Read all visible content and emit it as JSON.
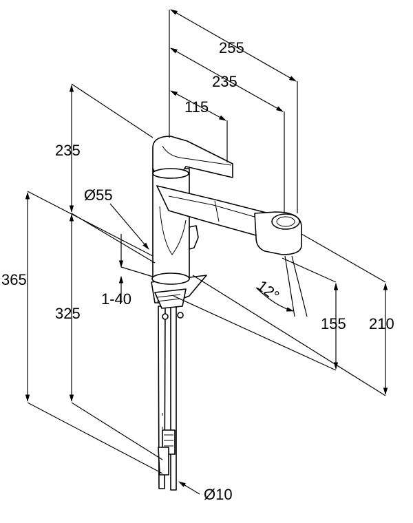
{
  "dimensions": {
    "spout_reach_total": "255",
    "spout_reach_outlet": "235",
    "lever_length": "115",
    "lever_height": "235",
    "body_diameter": "Ø55",
    "deck_thickness": "1-40",
    "total_height": "365",
    "hose_length": "325",
    "spray_angle": "12°",
    "outlet_height": "155",
    "spout_height": "210",
    "supply_diameter": "Ø10"
  }
}
